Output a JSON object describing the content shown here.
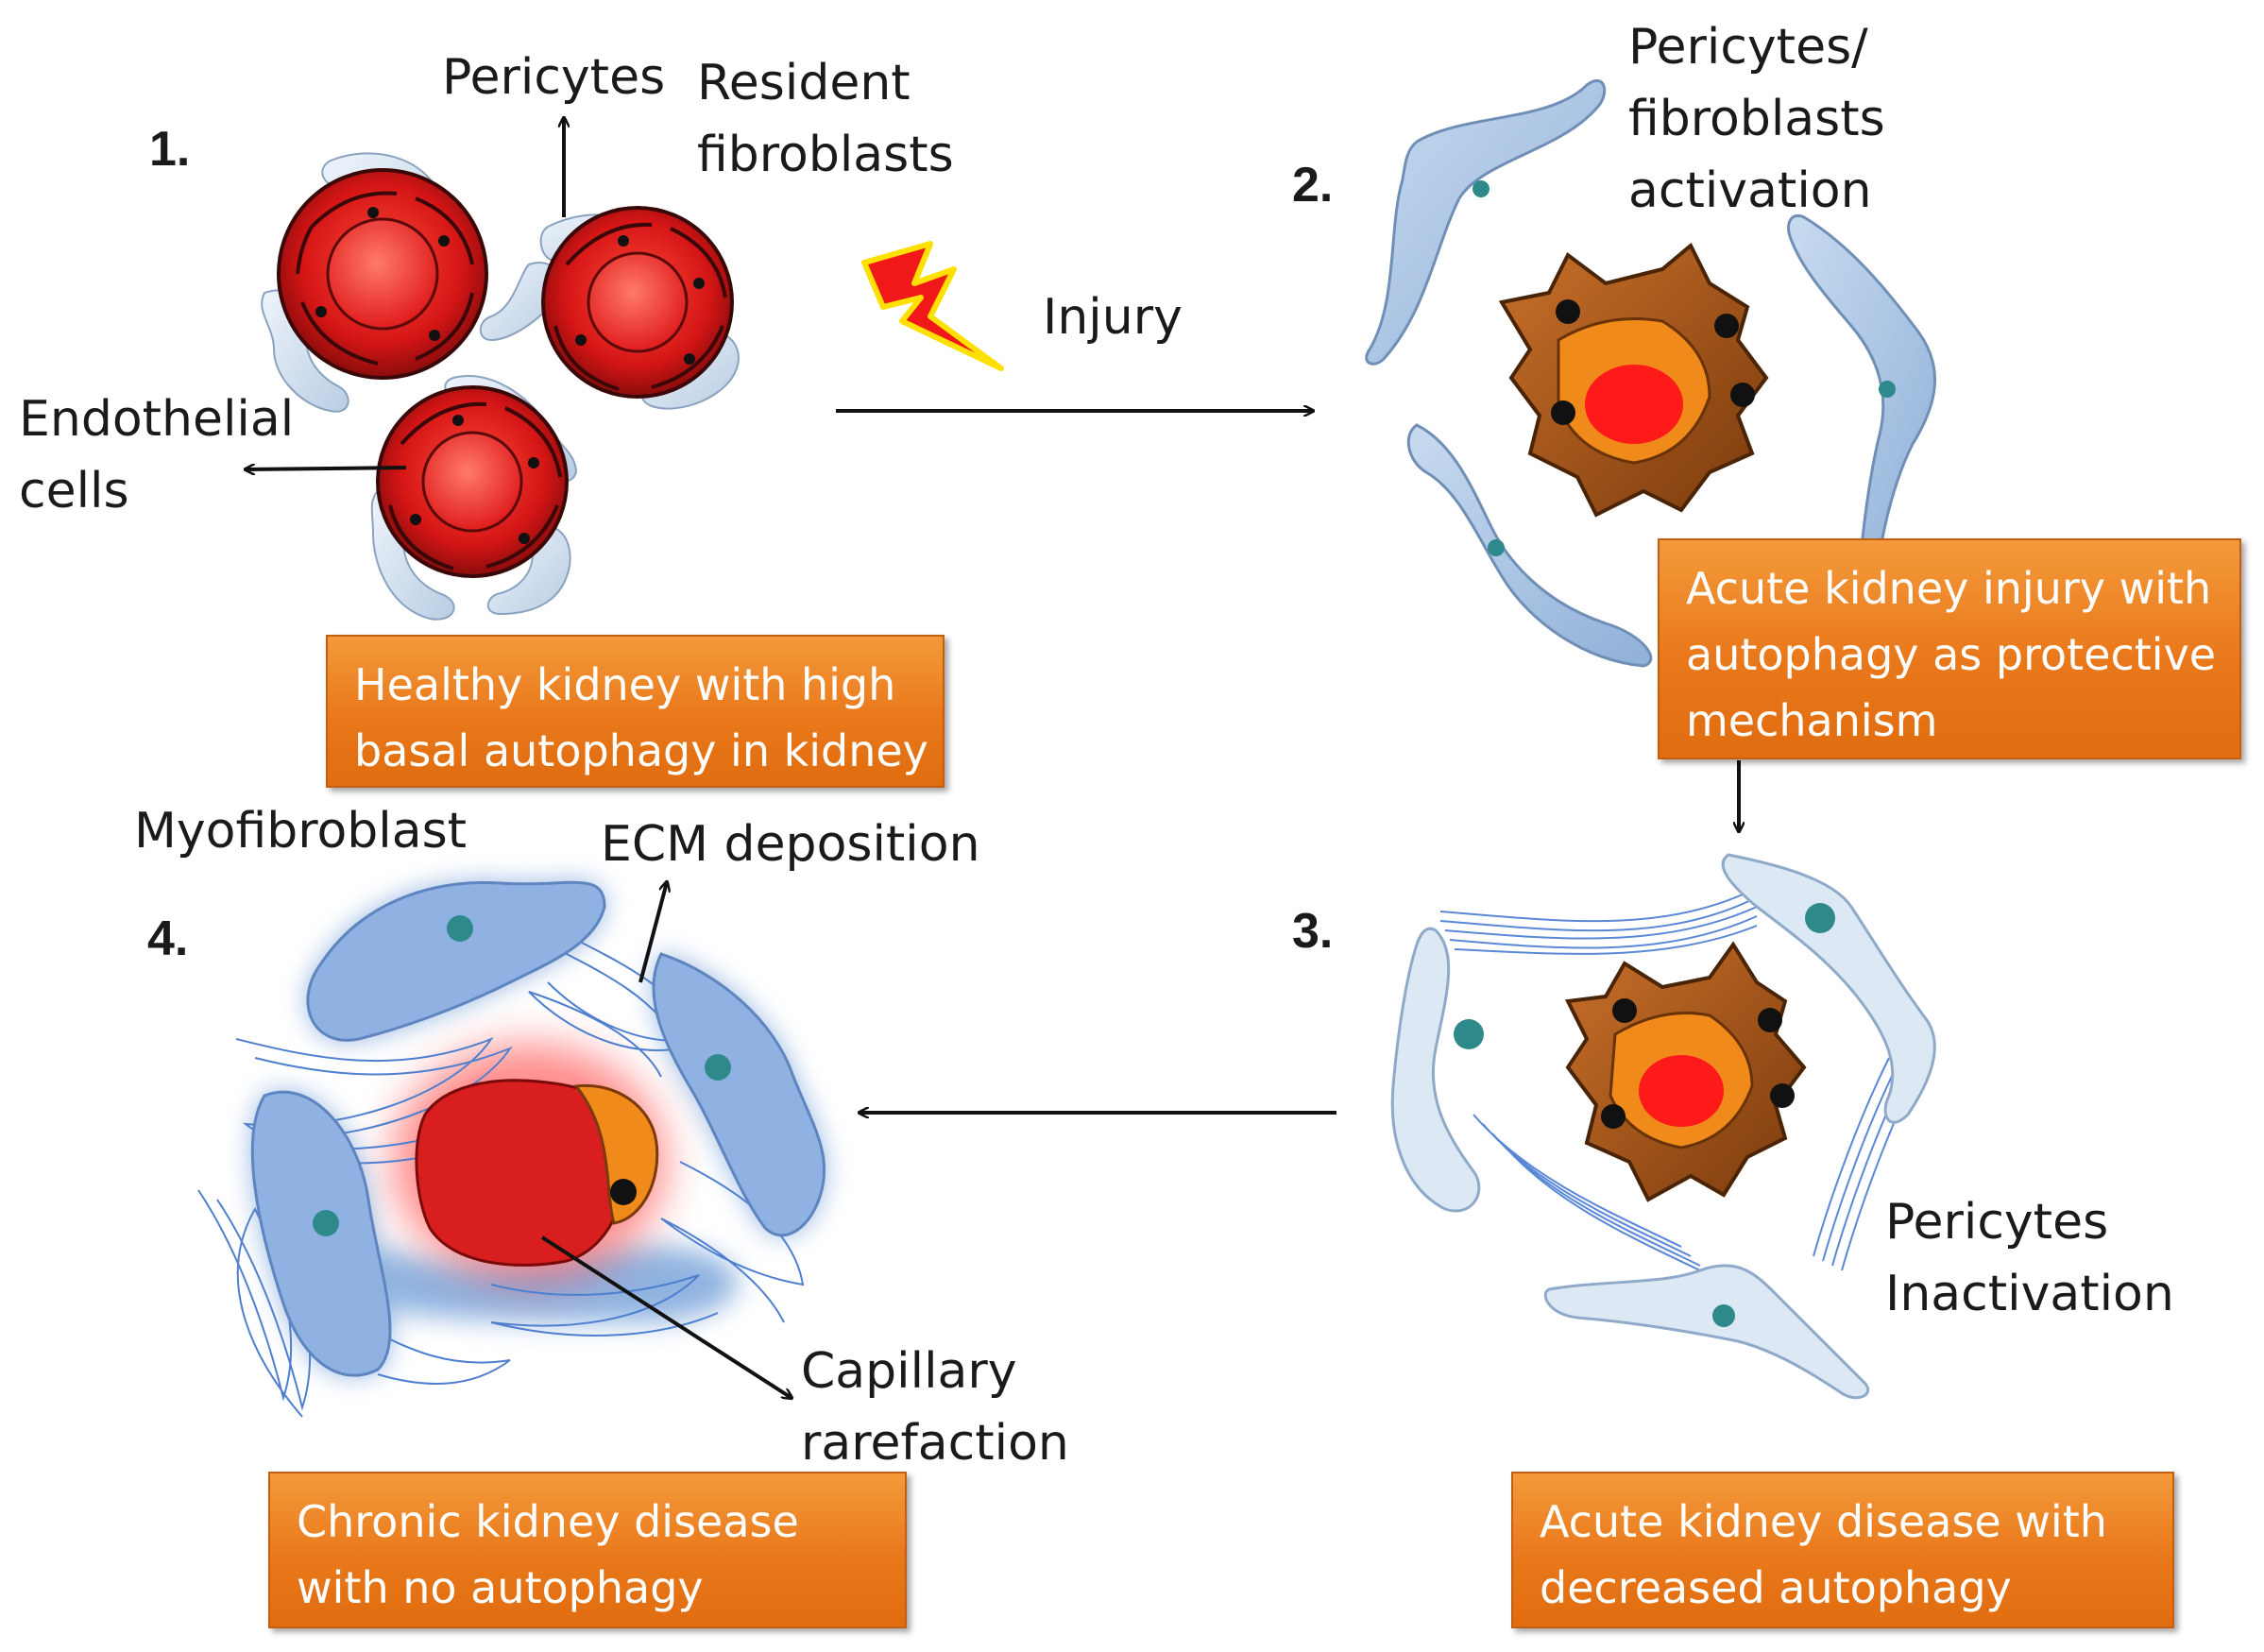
{
  "stages": {
    "s1": {
      "number": "1."
    },
    "s2": {
      "number": "2."
    },
    "s3": {
      "number": "3."
    },
    "s4": {
      "number": "4."
    }
  },
  "labels": {
    "pericytes": "Pericytes",
    "resident_fibroblasts": [
      "Resident",
      "fibroblasts"
    ],
    "endothelial_cells": [
      "Endothelial",
      "cells"
    ],
    "injury": "Injury",
    "pericytes_fibroblasts_activation": [
      "Pericytes/",
      "fibroblasts",
      "activation"
    ],
    "myofibroblast": "Myofibroblast",
    "ecm_deposition": "ECM deposition",
    "capillary_rarefaction": [
      "Capillary",
      "rarefaction"
    ],
    "pericytes_inactivation": [
      "Pericytes",
      "Inactivation"
    ]
  },
  "boxes": {
    "healthy": [
      "Healthy kidney with  high",
      "basal autophagy in kidney"
    ],
    "acute_injury": [
      "Acute kidney injury  with",
      "autophagy as protective",
      "mechanism"
    ],
    "chronic": [
      "Chronic kidney disease",
      "with no autophagy"
    ],
    "acute_disease": [
      "Acute kidney disease with",
      "decreased autophagy"
    ]
  },
  "colors": {
    "box_fill": "#e9781b",
    "endothelial_red": "#d81e1e",
    "injured_brown": "#a85418",
    "pericyte_blue": "#a9c6e6",
    "myofibroblast_blue": "#6a9ad6",
    "ecm_fiber": "#4f7fcf",
    "lightning": "#f01818"
  }
}
